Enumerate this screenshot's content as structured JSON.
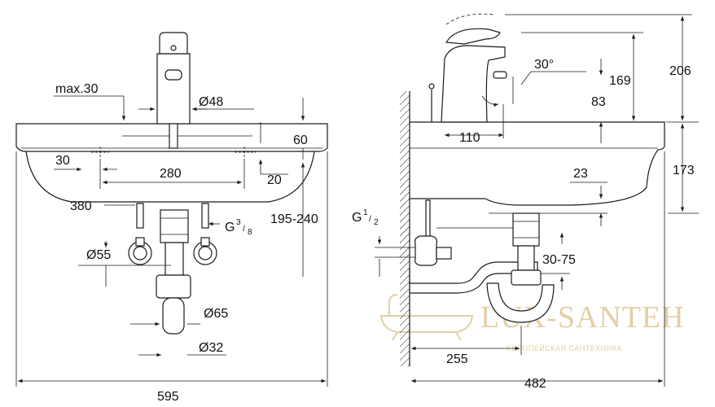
{
  "front_view": {
    "dim_max30": "max.30",
    "dim_diameter48": "Ø48",
    "dim_60": "60",
    "dim_30": "30",
    "dim_280": "280",
    "dim_20": "20",
    "dim_380": "380",
    "dim_195_240": "195-240",
    "dim_g_thread": "G",
    "dim_g_fraction_num": "3",
    "dim_g_fraction_den": "8",
    "dim_diameter55": "Ø55",
    "dim_diameter65": "Ø65",
    "dim_diameter32": "Ø32",
    "dim_595": "595"
  },
  "side_view": {
    "dim_206": "206",
    "dim_30deg": "30°",
    "dim_169": "169",
    "dim_83": "83",
    "dim_110": "110",
    "dim_173": "173",
    "dim_23": "23",
    "dim_g_thread": "G",
    "dim_g_fraction_num": "1",
    "dim_g_fraction_den": "2",
    "dim_30_75": "30-75",
    "dim_255": "255",
    "dim_482": "482"
  },
  "watermark": {
    "brand": "LUX-SANTEH",
    "tagline": "ЕВРОПЕЙСКАЯ САНТЕХНИКА",
    "color": "#e3cfa6"
  }
}
